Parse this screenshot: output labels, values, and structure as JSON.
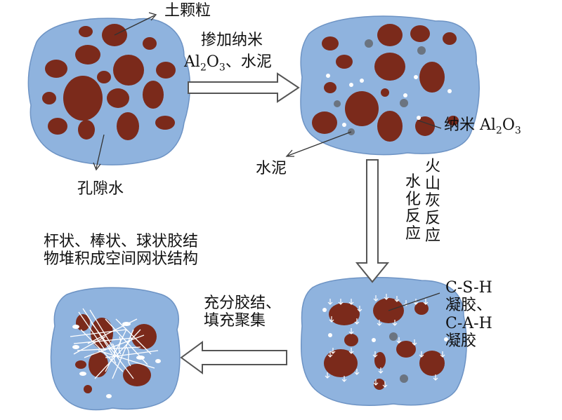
{
  "labels": {
    "soil_particle": "土颗粒",
    "pore_water": "孔隙水",
    "step1_line1": "掺加纳米",
    "step1_formula": {
      "a": "Al",
      "s1": "2",
      "b": "O",
      "s2": "3",
      "c": "、水泥"
    },
    "nano_label": {
      "prefix": "纳米 Al",
      "s1": "2",
      "b": "O",
      "s2": "3"
    },
    "cement": "水泥",
    "reaction_col1": "水化反应",
    "reaction_col2": "火山灰反应",
    "gel_label": [
      "C-S-H",
      "凝胶、",
      "C-A-H",
      "凝胶"
    ],
    "step3_lines": [
      "充分胶结、",
      "填充聚集"
    ],
    "structure_lines": [
      "杆状、棒状、球状胶结",
      "物堆积成空间网状结构"
    ]
  },
  "colors": {
    "water": "#8fb3de",
    "water_edge": "#6d93c4",
    "particle": "#7b2a1b",
    "cement_dot": "#6b7480",
    "nano_dot": "#ffffff",
    "arrow_fill": "#ffffff",
    "arrow_stroke": "#555555"
  }
}
